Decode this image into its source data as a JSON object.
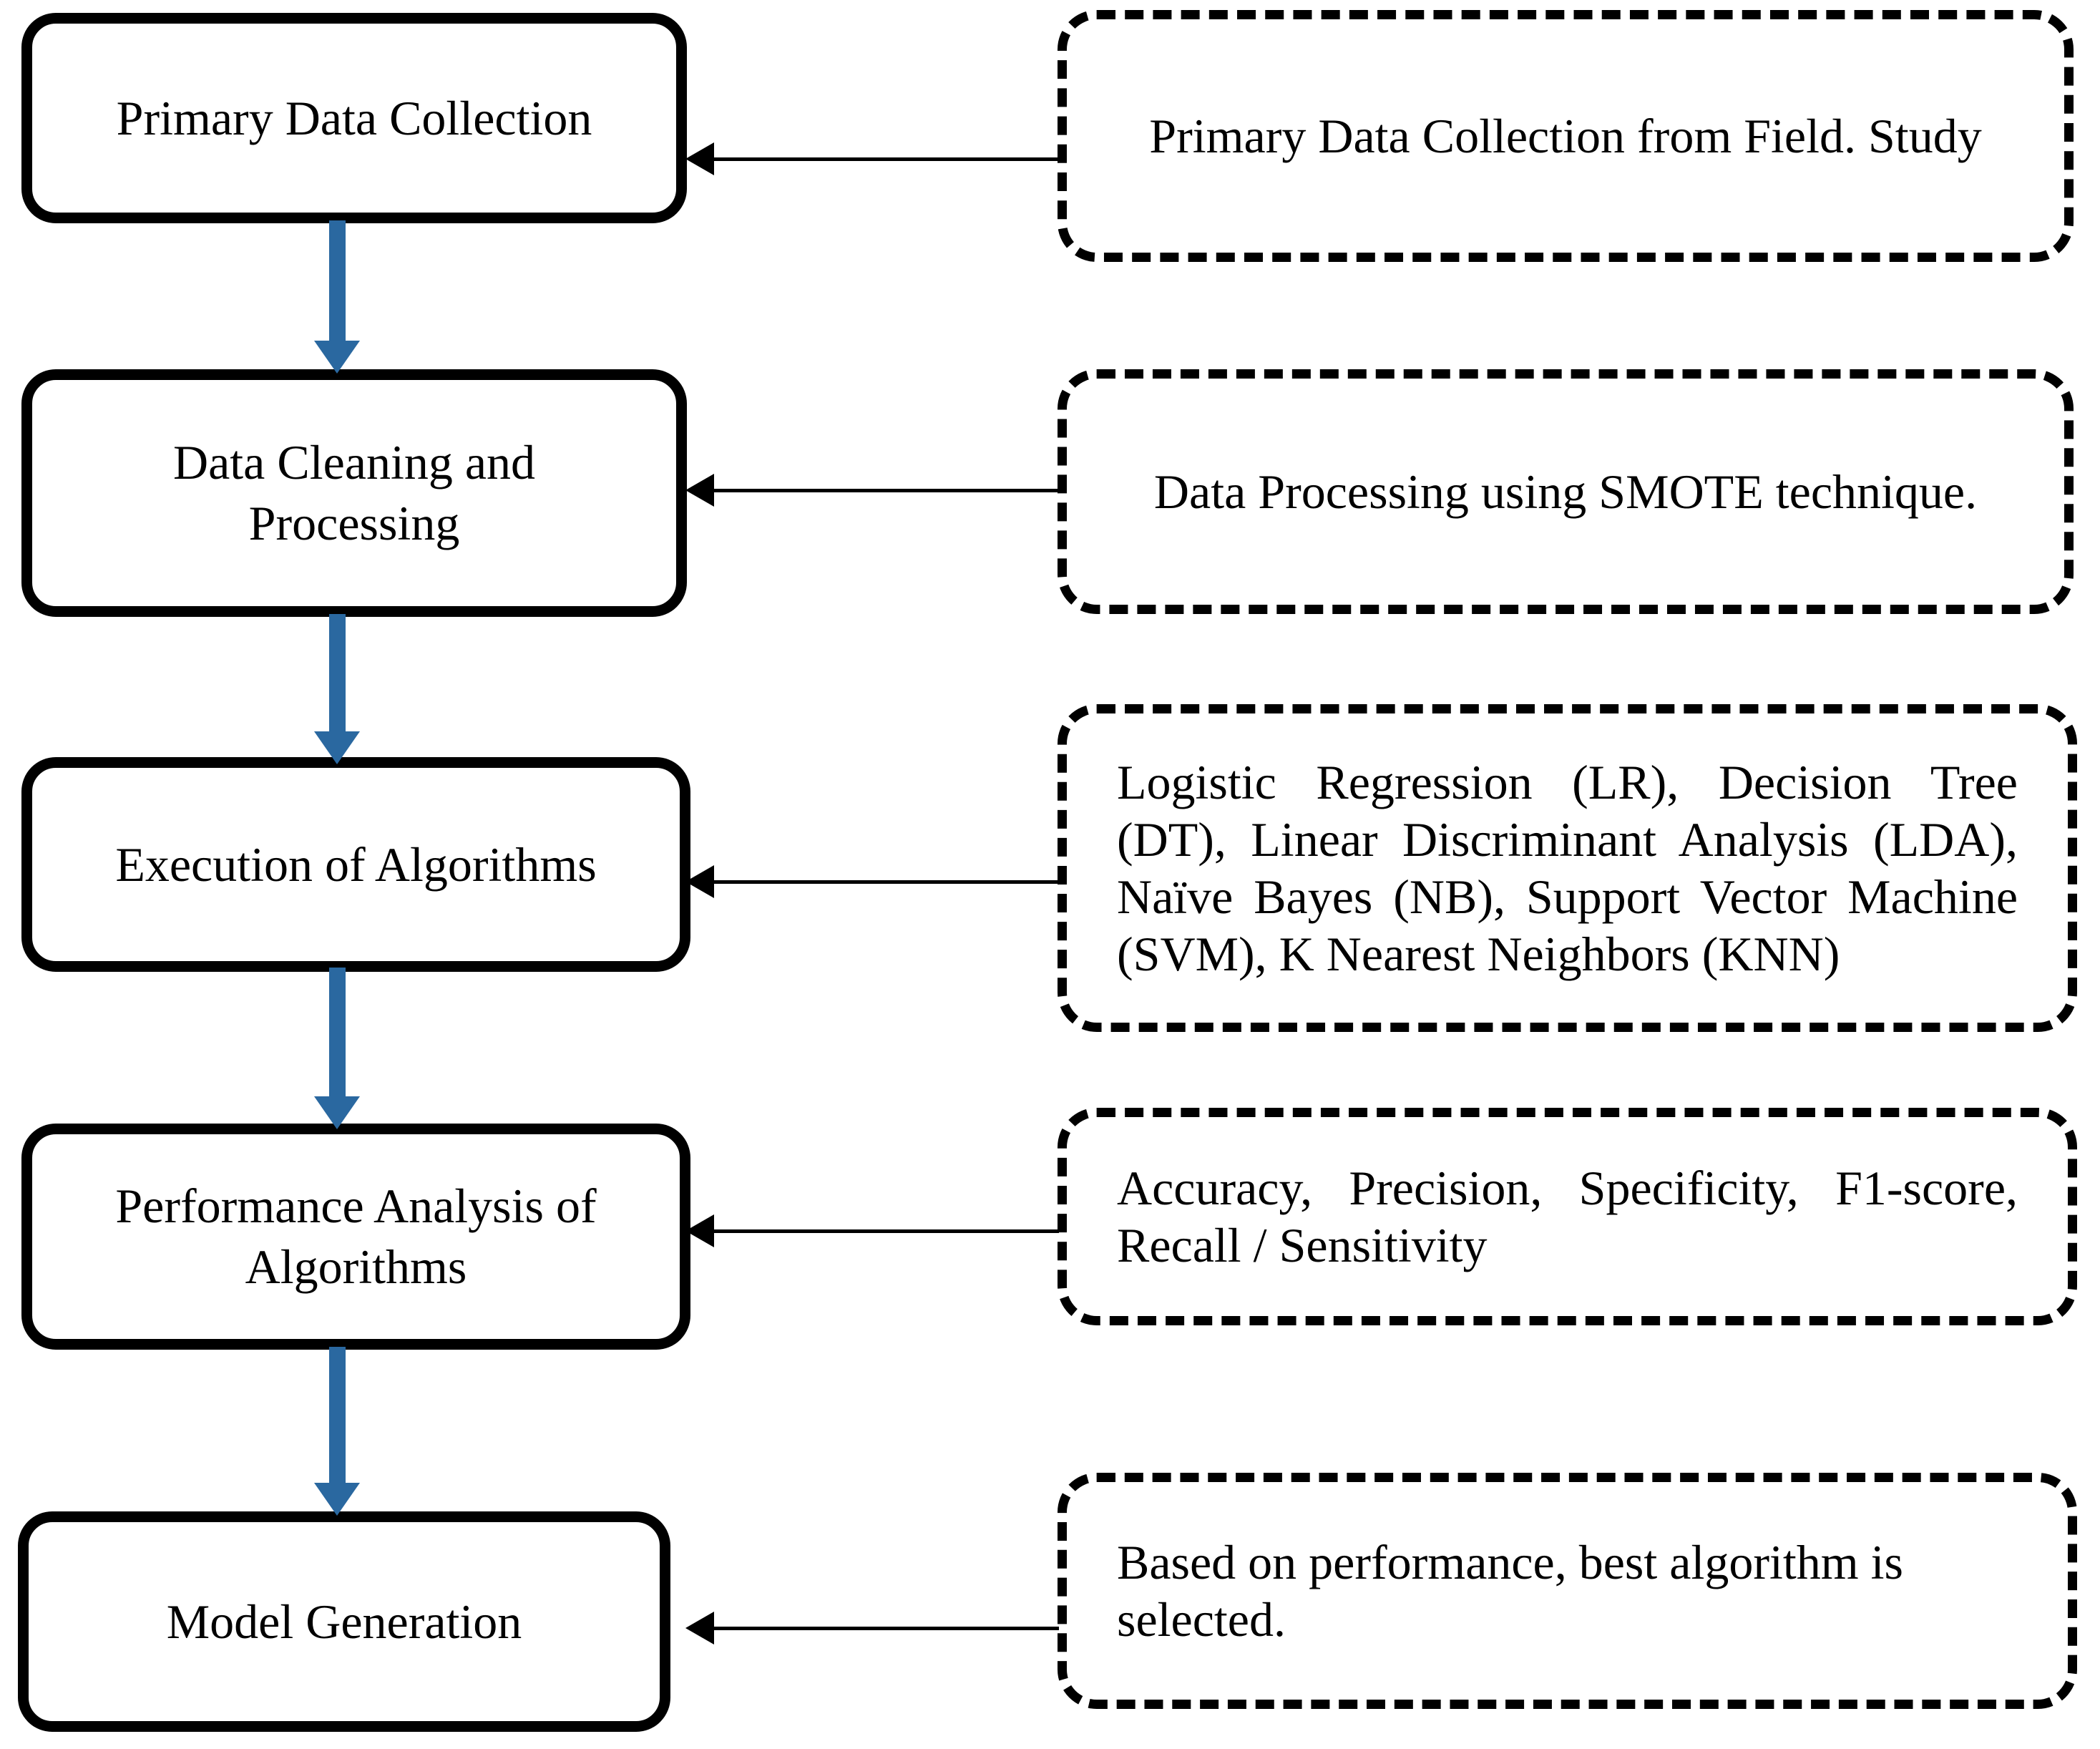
{
  "diagram": {
    "type": "flowchart",
    "colors": {
      "flow_arrow_blue": "#2a68a0",
      "border_black": "#000000",
      "background": "#ffffff",
      "text": "#000000"
    },
    "steps": [
      {
        "label_lines": [
          "Primary Data Collection"
        ],
        "annotation_lines": [
          "Primary Data Collection from Field. Study"
        ]
      },
      {
        "label_lines": [
          "Data Cleaning and",
          "Processing"
        ],
        "annotation_lines": [
          "Data Processing using SMOTE technique."
        ]
      },
      {
        "label_lines": [
          "Execution of Algorithms"
        ],
        "annotation_lines": [
          "Logistic Regression (LR), Decision Tree",
          "(DT), Linear Discriminant Analysis (LDA),",
          "Naïve Bayes (NB), Support Vector Machine",
          "(SVM), K Nearest Neighbors (KNN)"
        ]
      },
      {
        "label_lines": [
          "Performance Analysis of",
          "Algorithms"
        ],
        "annotation_lines": [
          "Accuracy, Precision, Specificity, F1-score,",
          "Recall / Sensitivity"
        ]
      },
      {
        "label_lines": [
          "Model Generation"
        ],
        "annotation_lines": [
          "Based on performance, best algorithm is",
          "selected."
        ]
      }
    ]
  }
}
